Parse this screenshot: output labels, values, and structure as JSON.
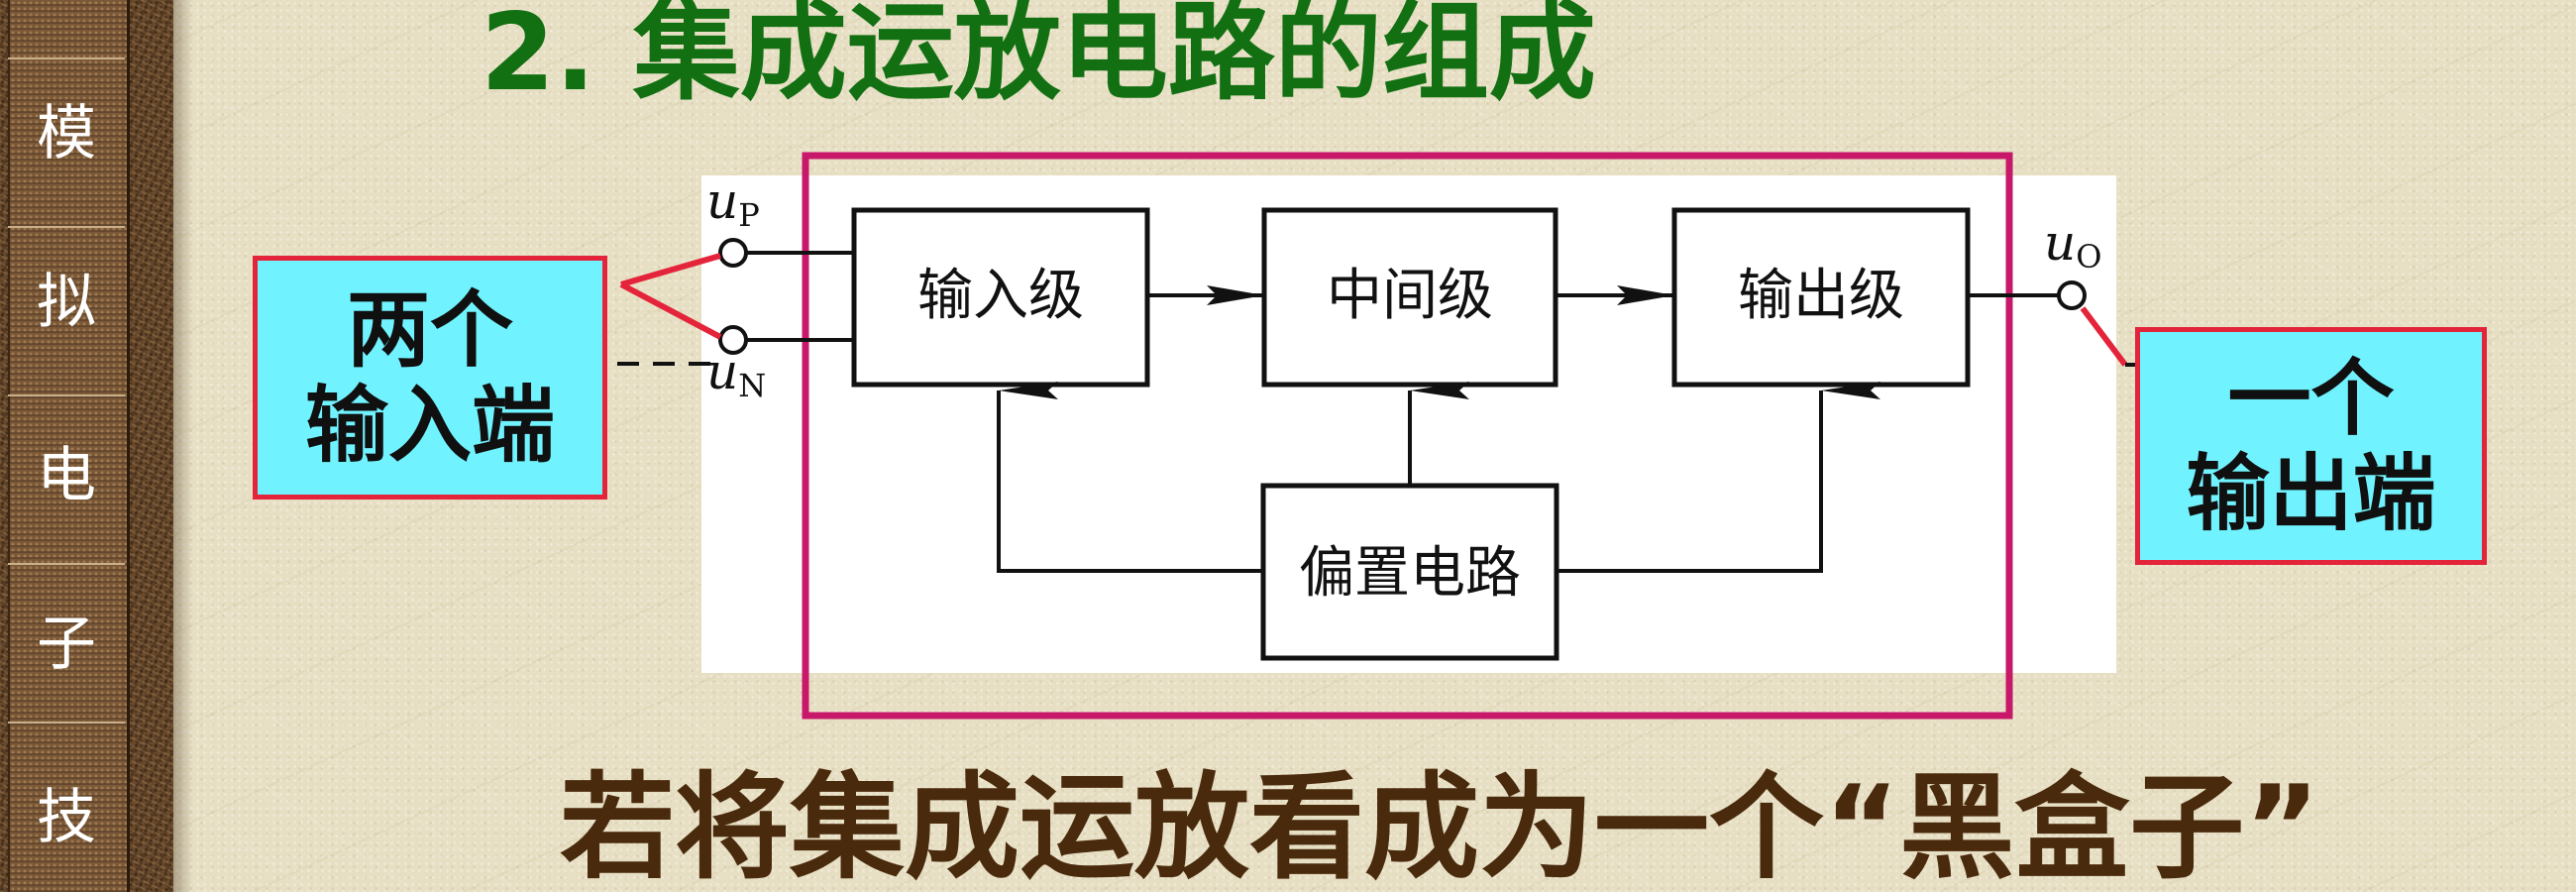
{
  "sidebar": {
    "chars": [
      "模",
      "拟",
      "电",
      "子",
      "技"
    ]
  },
  "title": "2. 集成运放电路的组成",
  "diagram": {
    "blocks": {
      "input_stage": "输入级",
      "middle_stage": "中间级",
      "output_stage": "输出级",
      "bias_circuit": "偏置电路"
    },
    "terminals": {
      "up_var": "u",
      "up_sub": "P",
      "un_var": "u",
      "un_sub": "N",
      "uo_var": "u",
      "uo_sub": "O"
    }
  },
  "callouts": {
    "input_line1": "两个",
    "input_line2": "输入端",
    "output_line1": "一个",
    "output_line2": "输出端"
  },
  "bottom_text": "若将集成运放看成为一个“黑盒子”",
  "colors": {
    "title": "#127012",
    "frame": "#c8186a",
    "callout_fill": "#71f3ff",
    "callout_border": "#e4243a",
    "bottom_text": "#4a2a0d"
  }
}
